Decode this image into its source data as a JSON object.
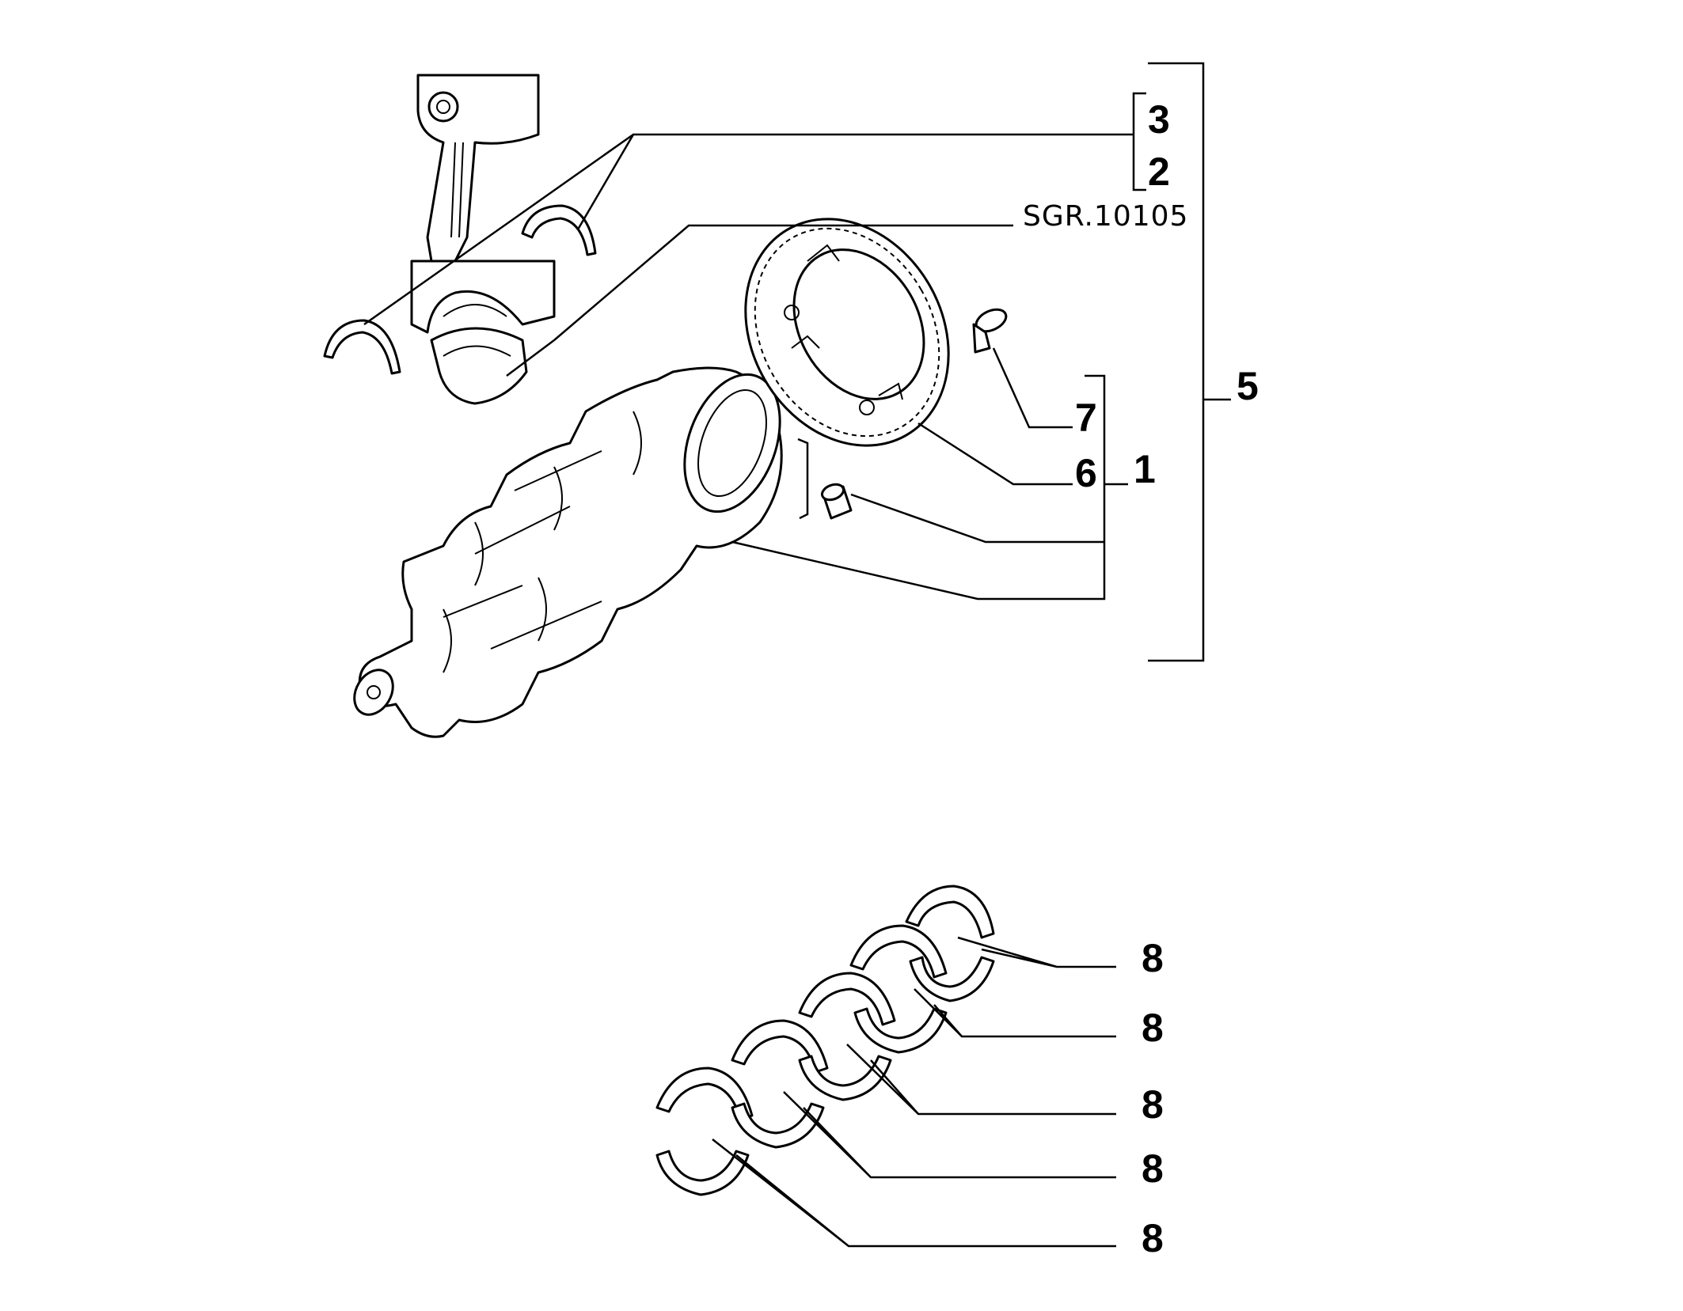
{
  "reference_code": "SGR.10105",
  "callouts": {
    "c1": "1",
    "c2": "2",
    "c3": "3",
    "c5": "5",
    "c6": "6",
    "c7": "7",
    "c8a": "8",
    "c8b": "8",
    "c8c": "8",
    "c8d": "8",
    "c8e": "8"
  }
}
